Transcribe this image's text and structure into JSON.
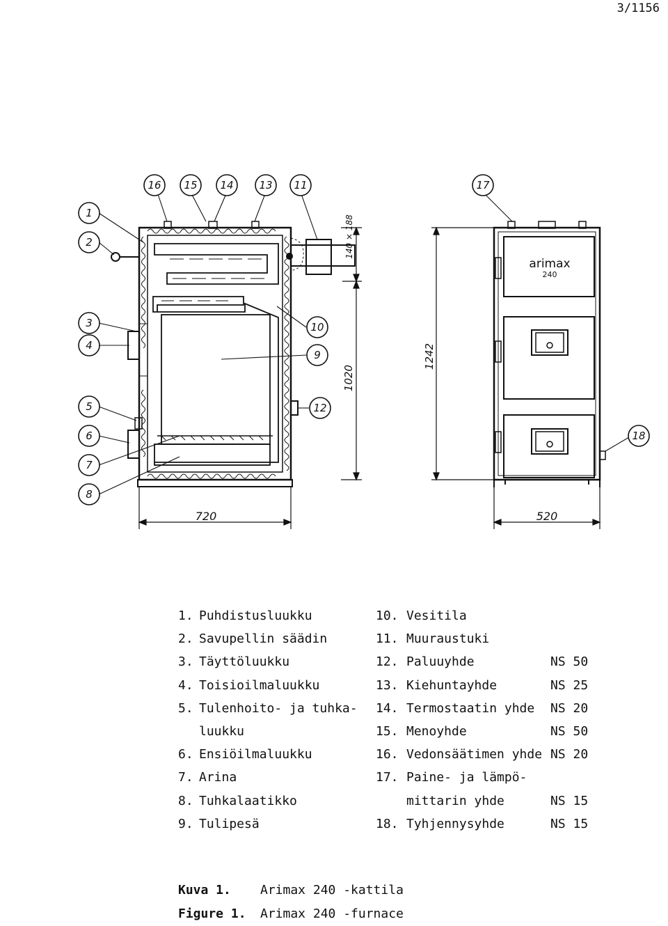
{
  "page_number": "3/1156",
  "logo": {
    "brand": "arimax",
    "model": "240"
  },
  "dimensions": {
    "width_side": "720",
    "width_front": "520",
    "height_body": "1020",
    "height_total": "1242",
    "flue": "140 × 188"
  },
  "callouts": [
    "1",
    "2",
    "3",
    "4",
    "5",
    "6",
    "7",
    "8",
    "9",
    "10",
    "11",
    "12",
    "13",
    "14",
    "15",
    "16",
    "17",
    "18"
  ],
  "legend_left": [
    {
      "num": "1.",
      "text": "Puhdistusluukku"
    },
    {
      "num": "2.",
      "text": "Savupellin säädin"
    },
    {
      "num": "3.",
      "text": "Täyttöluukku"
    },
    {
      "num": "4.",
      "text": "Toisioilmaluukku"
    },
    {
      "num": "5.",
      "text": "Tulenhoito- ja tuhka-"
    },
    {
      "num": "",
      "text": "luukku"
    },
    {
      "num": "6.",
      "text": "Ensiöilmaluukku"
    },
    {
      "num": "7.",
      "text": "Arina"
    },
    {
      "num": "8.",
      "text": "Tuhkalaatikko"
    },
    {
      "num": "9.",
      "text": "Tulipesä"
    }
  ],
  "legend_right": [
    {
      "num": "10.",
      "text": "Vesitila",
      "ns": ""
    },
    {
      "num": "11.",
      "text": "Muuraustuki",
      "ns": ""
    },
    {
      "num": "12.",
      "text": "Paluuyhde",
      "ns": "NS 50"
    },
    {
      "num": "13.",
      "text": "Kiehuntayhde",
      "ns": "NS 25"
    },
    {
      "num": "14.",
      "text": "Termostaatin yhde",
      "ns": "NS 20"
    },
    {
      "num": "15.",
      "text": "Menoyhde",
      "ns": "NS 50"
    },
    {
      "num": "16.",
      "text": "Vedonsäätimen yhde",
      "ns": "NS 20"
    },
    {
      "num": "17.",
      "text": "Paine- ja lämpö-",
      "ns": ""
    },
    {
      "num": "",
      "text": "mittarin yhde",
      "ns": "NS 15"
    },
    {
      "num": "18.",
      "text": "Tyhjennysyhde",
      "ns": "NS 15"
    }
  ],
  "caption": {
    "fi_label": "Kuva 1.",
    "fi_text": "Arimax 240 -kattila",
    "en_label": "Figure 1.",
    "en_text": "Arimax 240 -furnace"
  }
}
